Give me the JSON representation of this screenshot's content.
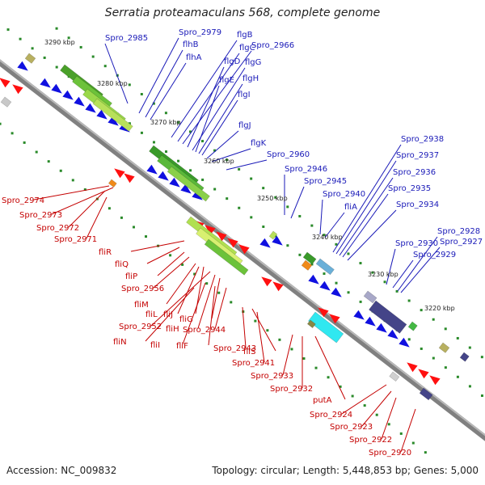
{
  "title": "Serratia proteamaculans 568, complete genome",
  "footer": {
    "accession": "Accession: NC_009832",
    "info": "Topology: circular; Length: 5,448,853 bp; Genes: 5,000"
  },
  "colors": {
    "forward_gene": "#1010e0",
    "reverse_gene": "#ff1010",
    "top_label": "#1a1ab8",
    "bottom_label": "#c40000",
    "backbone": "#808080",
    "tick": "#2a8a2a"
  },
  "positions": [
    "3290 kbp",
    "3280 kbp",
    "3270 kbp",
    "3260 kbp",
    "3250 kbp",
    "3240 kbp",
    "3230 kbp",
    "3220 kbp"
  ],
  "top_labels": [
    "Spro_2985",
    "Spro_2979",
    "flhB",
    "flhA",
    "flgB",
    "flgC",
    "Spro_2966",
    "flgD",
    "flgG",
    "flgE",
    "flgH",
    "flgI",
    "flgJ",
    "flgK",
    "Spro_2960",
    "Spro_2946",
    "Spro_2945",
    "Spro_2940",
    "fliA",
    "Spro_2938",
    "Spro_2937",
    "Spro_2936",
    "Spro_2935",
    "Spro_2934",
    "Spro_2928",
    "Spro_2930",
    "Spro_2927",
    "Spro_2929"
  ],
  "bottom_labels": [
    "Spro_2974",
    "Spro_2973",
    "Spro_2972",
    "Spro_2971",
    "fliR",
    "fliQ",
    "fliP",
    "Spro_2956",
    "fliM",
    "fliL",
    "fliJ",
    "Spro_2952",
    "fliH",
    "fliG",
    "fliN",
    "fliI",
    "fliF",
    "Spro_2944",
    "Spro_2943",
    "fliS",
    "Spro_2941",
    "Spro_2933",
    "Spro_2932",
    "putA",
    "Spro_2924",
    "Spro_2923",
    "Spro_2922",
    "Spro_2920"
  ]
}
